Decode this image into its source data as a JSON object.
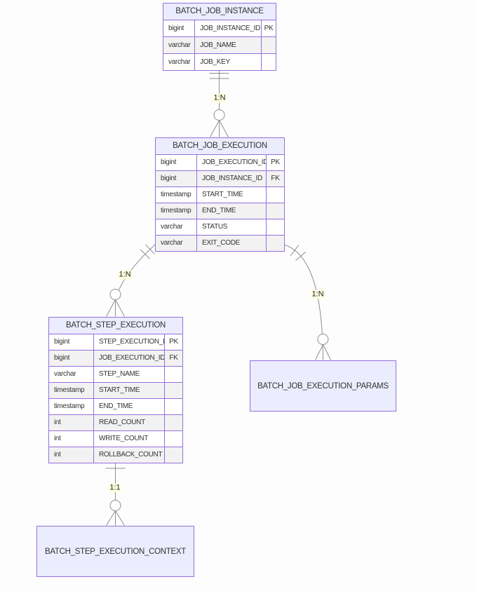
{
  "diagram_type": "er-diagram",
  "colors": {
    "entity_header_fill": "#ECECFF",
    "entity_stroke": "#9370DB",
    "row_fill": "#ffffff",
    "row_alt_fill": "#f2f2f2",
    "line_color": "#8f8f8f",
    "label_background": "#ffffde",
    "text_color": "#333333"
  },
  "entities": [
    {
      "name": "BATCH_JOB_INSTANCE",
      "attributes": [
        {
          "type": "bigint",
          "name": "JOB_INSTANCE_ID",
          "key": "PK"
        },
        {
          "type": "varchar",
          "name": "JOB_NAME",
          "key": ""
        },
        {
          "type": "varchar",
          "name": "JOB_KEY",
          "key": ""
        }
      ]
    },
    {
      "name": "BATCH_JOB_EXECUTION",
      "attributes": [
        {
          "type": "bigint",
          "name": "JOB_EXECUTION_ID",
          "key": "PK"
        },
        {
          "type": "bigint",
          "name": "JOB_INSTANCE_ID",
          "key": "FK"
        },
        {
          "type": "timestamp",
          "name": "START_TIME",
          "key": ""
        },
        {
          "type": "timestamp",
          "name": "END_TIME",
          "key": ""
        },
        {
          "type": "varchar",
          "name": "STATUS",
          "key": ""
        },
        {
          "type": "varchar",
          "name": "EXIT_CODE",
          "key": ""
        }
      ]
    },
    {
      "name": "BATCH_STEP_EXECUTION",
      "attributes": [
        {
          "type": "bigint",
          "name": "STEP_EXECUTION_ID",
          "key": "PK"
        },
        {
          "type": "bigint",
          "name": "JOB_EXECUTION_ID",
          "key": "FK"
        },
        {
          "type": "varchar",
          "name": "STEP_NAME",
          "key": ""
        },
        {
          "type": "timestamp",
          "name": "START_TIME",
          "key": ""
        },
        {
          "type": "timestamp",
          "name": "END_TIME",
          "key": ""
        },
        {
          "type": "int",
          "name": "READ_COUNT",
          "key": ""
        },
        {
          "type": "int",
          "name": "WRITE_COUNT",
          "key": ""
        },
        {
          "type": "int",
          "name": "ROLLBACK_COUNT",
          "key": ""
        }
      ]
    },
    {
      "name": "BATCH_JOB_EXECUTION_PARAMS",
      "attributes": []
    },
    {
      "name": "BATCH_STEP_EXECUTION_CONTEXT",
      "attributes": []
    }
  ],
  "relationships": [
    {
      "from": "BATCH_JOB_INSTANCE",
      "to": "BATCH_JOB_EXECUTION",
      "label": "1:N"
    },
    {
      "from": "BATCH_JOB_EXECUTION",
      "to": "BATCH_STEP_EXECUTION",
      "label": "1:N"
    },
    {
      "from": "BATCH_JOB_EXECUTION",
      "to": "BATCH_JOB_EXECUTION_PARAMS",
      "label": "1:N"
    },
    {
      "from": "BATCH_STEP_EXECUTION",
      "to": "BATCH_STEP_EXECUTION_CONTEXT",
      "label": "1:1"
    }
  ]
}
